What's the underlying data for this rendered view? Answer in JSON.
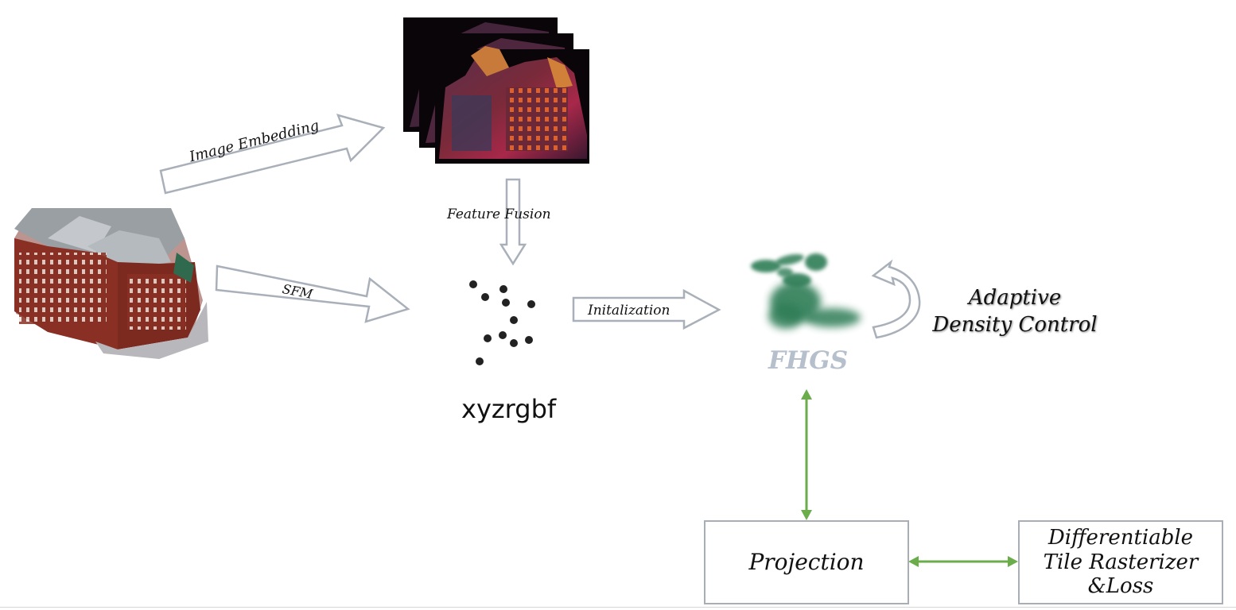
{
  "labels": {
    "image_embedding": "Image Embedding",
    "feature_fusion": "Feature Fusion",
    "sfm": "SFM",
    "initialization": "Initalization",
    "point_params": "xyzrgbf",
    "model_name": "FHGS",
    "adaptive_line1": "Adaptive",
    "adaptive_line2": "Density Control",
    "projection": "Projection",
    "rasterizer_line1": "Differentiable",
    "rasterizer_line2": "Tile Rasterizer",
    "rasterizer_line3": "&Loss"
  },
  "colors": {
    "arrow_outline": "#a9b0ba",
    "green_arrow": "#6aad4a",
    "gaussian_green": "#2e7d57",
    "fhgs_text": "#b6bfcc",
    "box_border": "#a9aeb6",
    "feature_map_bg": "#0a0508",
    "building_brick": "#8a2f24",
    "building_roof": "#9a9fa4"
  },
  "icons": {
    "input_images": "building-photo-stack",
    "feature_maps": "feature-map-stack",
    "point_cloud": "point-cloud-dots",
    "gaussians": "gaussian-blobs"
  }
}
